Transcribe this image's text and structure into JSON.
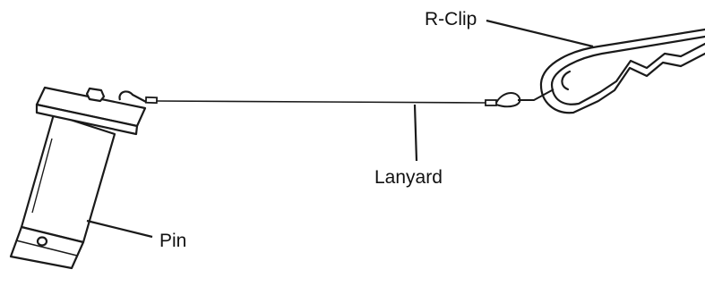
{
  "labels": {
    "rclip": "R-Clip",
    "lanyard": "Lanyard",
    "pin": "Pin"
  },
  "colors": {
    "line": "#1a1a1a",
    "fill": "#ffffff",
    "text": "#111111"
  }
}
